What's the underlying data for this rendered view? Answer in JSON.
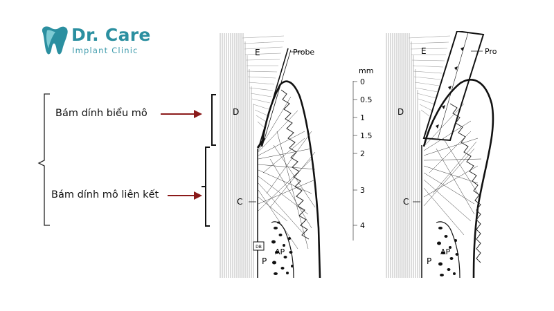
{
  "brand": {
    "name": "Dr. Care",
    "subtitle": "Implant Clinic",
    "color_primary": "#2b8fa0",
    "color_secondary": "#7ecbd4"
  },
  "labels": {
    "epithelial_attachment": "Bám dính biểu mô",
    "connective_attachment": "Bám dính mô liên kết",
    "arrow_color": "#8b1a1a"
  },
  "left_figure": {
    "tags": {
      "E": "E",
      "D": "D",
      "C": "C",
      "P": "P",
      "AP": "AP"
    },
    "probe_label": "Probe",
    "box_tag": "DB"
  },
  "right_figure": {
    "tags": {
      "E": "E",
      "D": "D",
      "C": "C",
      "P": "P",
      "AP": "AP"
    },
    "probe_label": "Pro"
  },
  "scale": {
    "unit": "mm",
    "ticks": [
      "0",
      "0.5",
      "1",
      "1.5",
      "2",
      "3",
      "4"
    ]
  }
}
